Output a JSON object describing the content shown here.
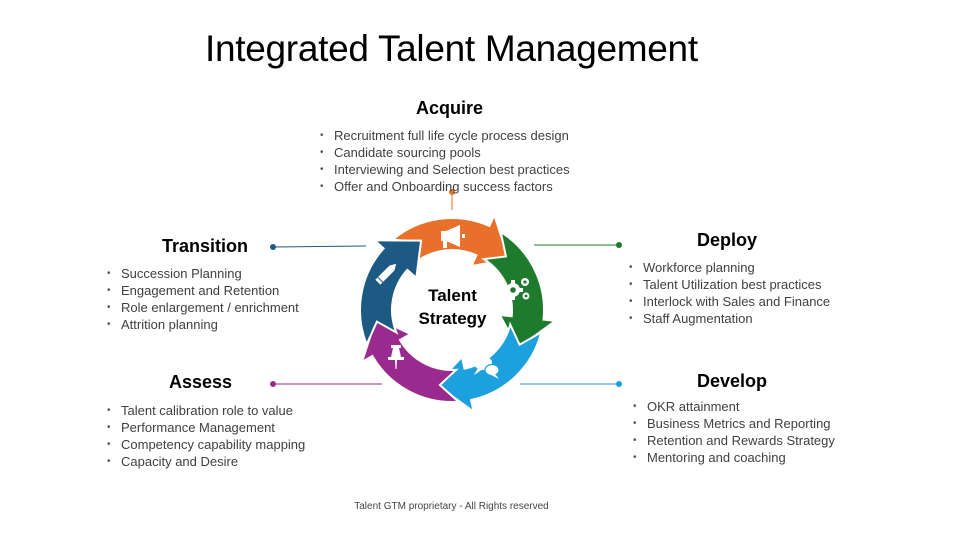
{
  "title": "Integrated Talent Management",
  "center": {
    "line1": "Talent",
    "line2": "Strategy"
  },
  "sections": {
    "acquire": {
      "heading": "Acquire",
      "color": "#E8702A",
      "items": [
        "Recruitment full life cycle process design",
        "Candidate sourcing pools",
        "Interviewing and Selection best practices",
        "Offer and Onboarding success factors"
      ]
    },
    "deploy": {
      "heading": "Deploy",
      "color": "#1E7B2E",
      "items": [
        "Workforce planning",
        "Talent Utilization best practices",
        "Interlock with Sales and Finance",
        "Staff Augmentation"
      ]
    },
    "develop": {
      "heading": "Develop",
      "color": "#1DA1DE",
      "items": [
        "OKR attainment",
        "Business Metrics and Reporting",
        "Retention and Rewards Strategy",
        "Mentoring and coaching"
      ]
    },
    "assess": {
      "heading": "Assess",
      "color": "#9B2A8E",
      "items": [
        "Talent calibration role to value",
        "Performance Management",
        "Competency capability mapping",
        "Capacity and Desire"
      ]
    },
    "transition": {
      "heading": "Transition",
      "color": "#1C5A84",
      "items": [
        "Succession Planning",
        "Engagement and Retention",
        "Role enlargement / enrichment",
        "Attrition planning"
      ]
    }
  },
  "icons": {
    "acquire": "megaphone-icon",
    "deploy": "gears-icon",
    "develop": "chat-bubbles-icon",
    "assess": "pushpin-icon",
    "transition": "pencil-icon"
  },
  "footer": "Talent GTM proprietary  -  All Rights reserved"
}
